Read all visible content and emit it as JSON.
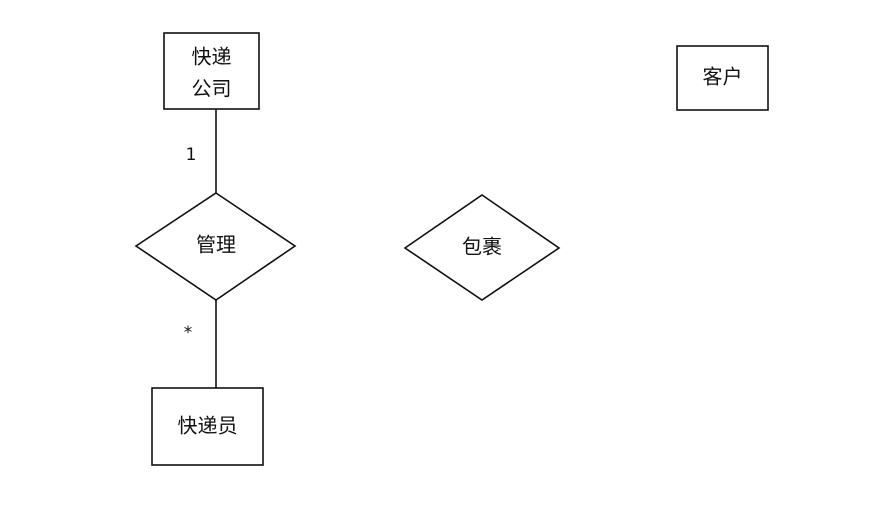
{
  "diagram": {
    "entities": {
      "courier_company": {
        "line1": "快递",
        "line2": "公司"
      },
      "customer": {
        "label": "客户"
      },
      "courier": {
        "label": "快递员"
      }
    },
    "relationships": {
      "manage": {
        "label": "管理"
      },
      "parcel": {
        "label": "包裹"
      }
    },
    "multiplicities": {
      "company_side": "1",
      "courier_side": "*"
    }
  }
}
